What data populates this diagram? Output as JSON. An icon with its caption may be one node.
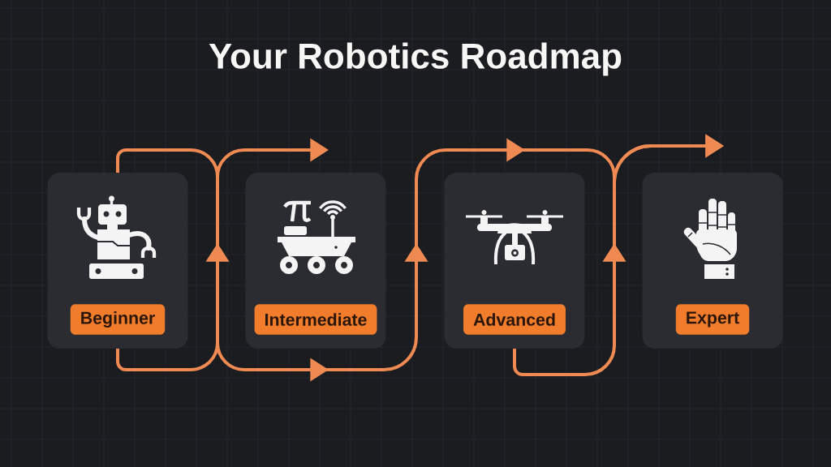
{
  "diagram": {
    "title": "Your Robotics Roadmap",
    "nodes": [
      {
        "text": [],
        "shape": "box"
      },
      {
        "text": [
          "Beginner"
        ],
        "in": 0
      },
      {
        "text": [],
        "shape": "box"
      },
      {
        "text": [
          "Intermediate"
        ],
        "in": 2
      },
      {
        "text": [],
        "shape": "box"
      },
      {
        "text": [
          "Advanced"
        ],
        "in": 4
      },
      {
        "text": [],
        "shape": "box"
      },
      {
        "text": [
          "Expert"
        ],
        "in": 6
      }
    ],
    "edges": [
      {
        "from": 0,
        "to": null,
        "arrow": "to"
      },
      {
        "from": 0,
        "to": null,
        "arrow": "to"
      },
      {
        "from": 4,
        "to": null,
        "arrow": "to"
      }
    ]
  }
}
